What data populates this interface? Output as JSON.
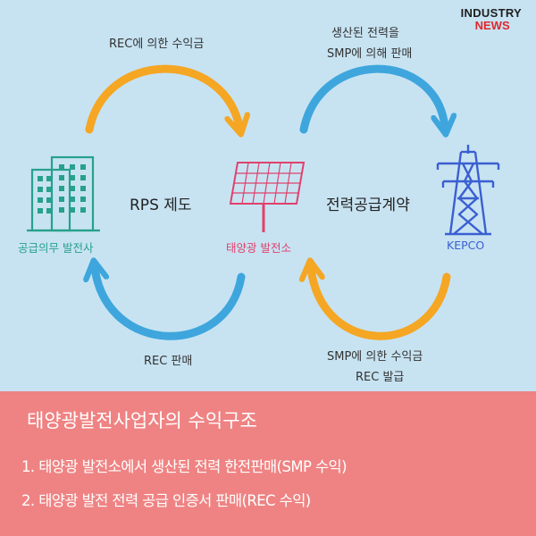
{
  "logo": {
    "line1": "INDUSTRY",
    "line2": "NEWS"
  },
  "labels": {
    "rec_income": "REC에 의한 수익금",
    "smp_sale_line1": "생산된 전력을",
    "smp_sale_line2": "SMP에 의해 판매",
    "rps": "RPS 제도",
    "power_contract": "전력공급계약",
    "rec_sale": "REC 판매",
    "smp_income_line1": "SMP에 의한 수익금",
    "smp_income_line2": "REC 발급"
  },
  "nodes": {
    "obligor": {
      "label": "공급의무 발전사",
      "icon": "building-icon",
      "color": "#27a08c"
    },
    "solar": {
      "label": "태양광 발전소",
      "icon": "solar-panel-icon",
      "color": "#e0416c"
    },
    "kepco": {
      "label": "KEPCO",
      "icon": "transmission-tower-icon",
      "color": "#3b5fd1"
    }
  },
  "colors": {
    "top_bg": "#c7e3f2",
    "bottom_bg": "#ef8383",
    "orange_arrow": "#f5a623",
    "blue_arrow": "#3ea6dd"
  },
  "bottom": {
    "title": "태양광발전사업자의 수익구조",
    "line1": "1. 태양광 발전소에서 생산된 전력 한전판매(SMP 수익)",
    "line2": "2. 태양광 발전 전력 공급 인증서 판매(REC 수익)"
  }
}
